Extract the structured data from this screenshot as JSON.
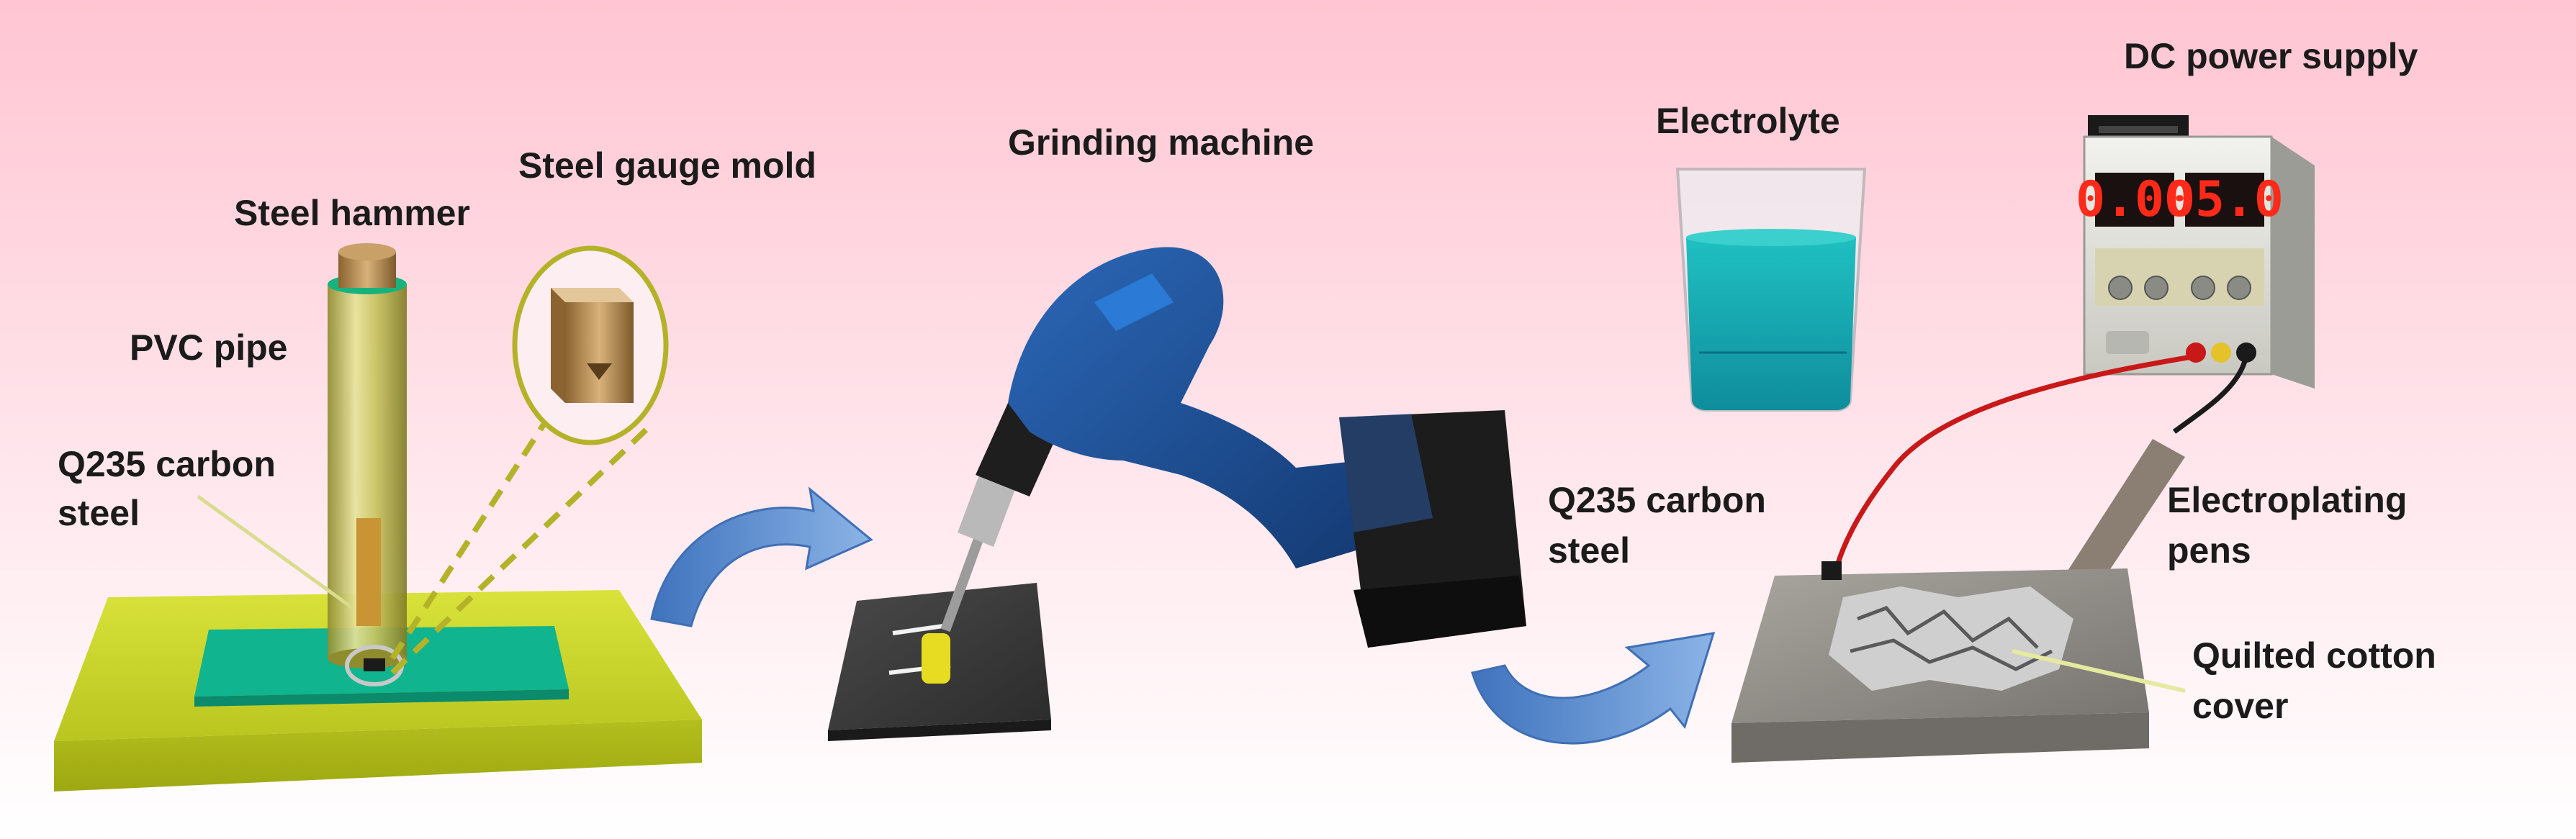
{
  "labels": {
    "steel_hammer": "Steel hammer",
    "steel_gauge_mold": "Steel gauge mold",
    "pvc_pipe": "PVC pipe",
    "q235_left_line1": "Q235 carbon",
    "q235_left_line2": "steel",
    "grinding_machine": "Grinding machine",
    "electrolyte": "Electrolyte",
    "dc_power_supply": "DC power supply",
    "q235_right_line1": "Q235 carbon",
    "q235_right_line2": "steel",
    "electroplating_line1": "Electroplating",
    "electroplating_line2": "pens",
    "quilted_line1": "Quilted cotton",
    "quilted_line2": "cover"
  },
  "power_supply": {
    "display_left": "0.00",
    "display_right": "05.0"
  },
  "colors": {
    "background_top": "#ffc8d4",
    "base_board": "#c9d62a",
    "green_strip": "#10b48e",
    "pvc_pipe": "#c4c15a",
    "mold_bronze": "#b58a4e",
    "drill_body": "#1d4f96",
    "drill_black": "#1c1c1c",
    "electrolyte": "#12a5ac",
    "arrow_blue": "#5c8fd1",
    "steel_plate": "#8d8a85",
    "wire_red": "#c91818",
    "display_red": "#ff2a1a"
  }
}
